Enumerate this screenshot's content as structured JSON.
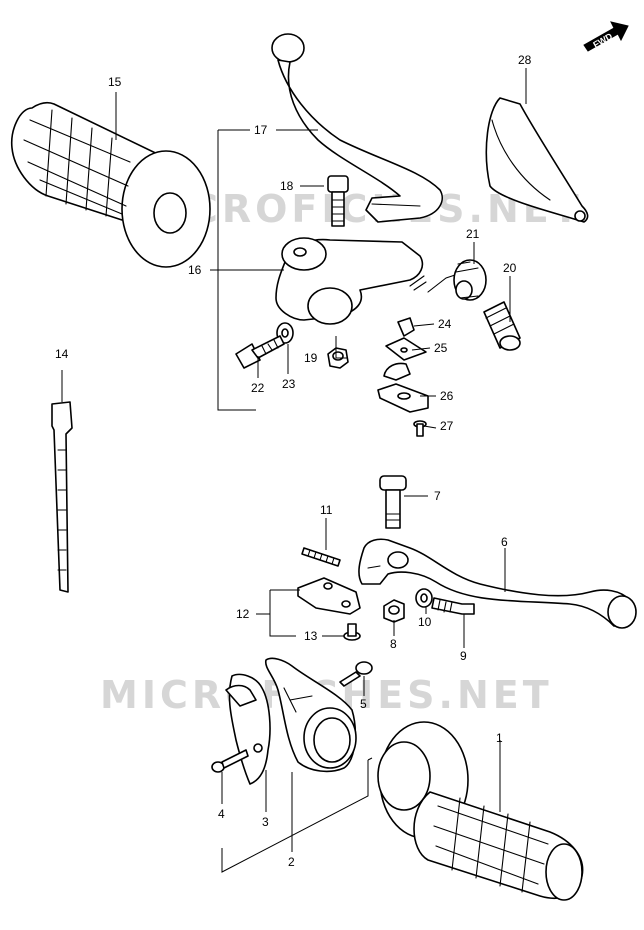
{
  "fwd_label": "FWD",
  "watermark_text": "MICROFICHES.NET",
  "part_numbers": [
    "1",
    "2",
    "3",
    "4",
    "5",
    "6",
    "7",
    "8",
    "9",
    "10",
    "11",
    "12",
    "13",
    "14",
    "15",
    "16",
    "17",
    "18",
    "19",
    "20",
    "21",
    "22",
    "23",
    "24",
    "25",
    "26",
    "27",
    "28"
  ]
}
